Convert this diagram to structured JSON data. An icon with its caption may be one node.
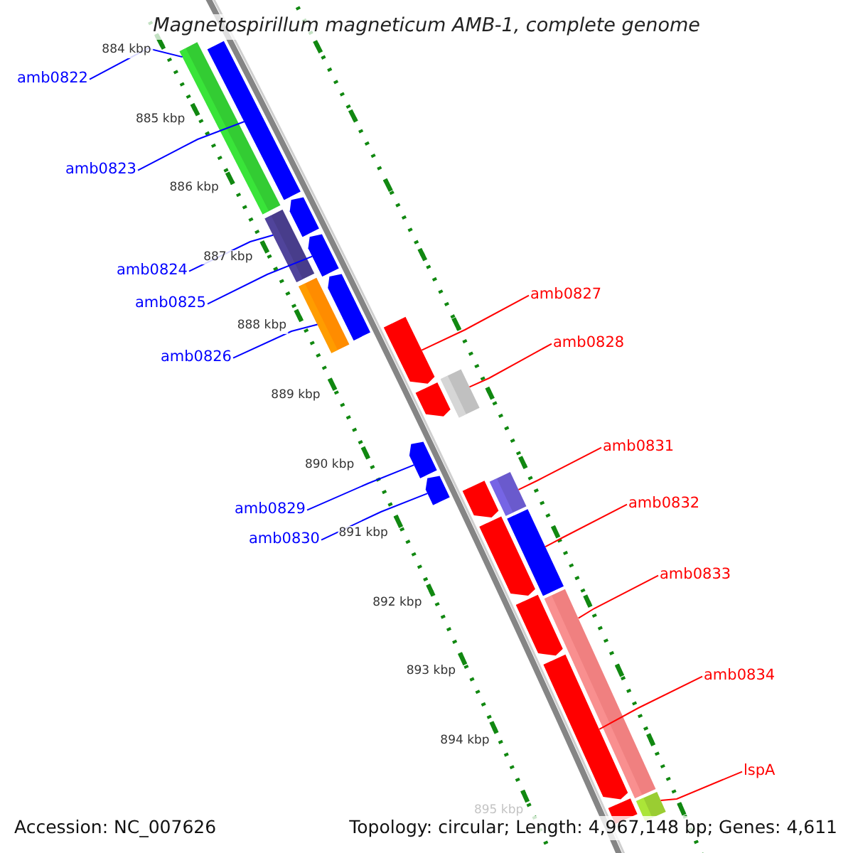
{
  "diagram": {
    "title": "Magnetospirillum magneticum AMB-1, complete genome",
    "nodes": [
      {
        "text": [
          "amb0822"
        ]
      },
      {
        "text": [
          "amb0823"
        ]
      },
      {
        "text": [
          "amb0824"
        ]
      },
      {
        "text": [
          "amb0825"
        ]
      },
      {
        "text": [
          "amb0826"
        ]
      },
      {
        "text": [
          "amb0827"
        ]
      },
      {
        "text": [
          "amb0828"
        ]
      },
      {
        "text": [
          "amb0829"
        ]
      },
      {
        "text": [
          "amb0830"
        ]
      },
      {
        "text": [
          "amb0831"
        ]
      },
      {
        "text": [
          "amb0832"
        ]
      },
      {
        "text": [
          "amb0833"
        ]
      },
      {
        "text": [
          "amb0834"
        ]
      },
      {
        "text": [
          "lspA"
        ]
      },
      {
        "text": [],
        "shape": "bar"
      },
      {
        "text": [],
        "shape": "bar"
      },
      {
        "text": [],
        "shape": "bar"
      },
      {
        "text": [],
        "shape": "bar"
      },
      {
        "text": [],
        "shape": "bar"
      },
      {
        "text": [],
        "shape": "bar"
      },
      {
        "text": [],
        "shape": "bar"
      },
      {
        "text": [],
        "shape": "bar"
      },
      {
        "text": [],
        "shape": "bar"
      },
      {
        "text": [],
        "shape": "bar"
      },
      {
        "text": [],
        "shape": "bar"
      },
      {
        "text": [],
        "shape": "bar"
      },
      {
        "text": [],
        "shape": "bar"
      },
      {
        "text": [],
        "shape": "bar"
      },
      {
        "text": [],
        "shape": "bar"
      },
      {
        "text": [],
        "shape": "bar"
      },
      {
        "text": [],
        "shape": "bar"
      },
      {
        "text": [],
        "shape": "bar"
      },
      {
        "text": [],
        "shape": "bar"
      },
      {
        "text": [],
        "shape": "bar"
      },
      {
        "text": [],
        "shape": "bar"
      }
    ],
    "edges": [
      {
        "from": 0,
        "to": 14,
        "arrow": "none",
        "color": "#0000ff"
      },
      {
        "from": 1,
        "to": 15,
        "arrow": "none",
        "color": "#0000ff"
      },
      {
        "from": 2,
        "to": 17,
        "arrow": "none",
        "color": "#0000ff"
      },
      {
        "from": 3,
        "to": 18,
        "arrow": "none",
        "color": "#0000ff"
      },
      {
        "from": 4,
        "to": 19,
        "arrow": "none",
        "color": "#0000ff"
      },
      {
        "from": 5,
        "to": 21,
        "arrow": "none",
        "color": "#ff0000"
      },
      {
        "from": 6,
        "to": 22,
        "arrow": "none",
        "color": "#ff0000"
      },
      {
        "from": 7,
        "to": 24,
        "arrow": "none",
        "color": "#0000ff"
      },
      {
        "from": 8,
        "to": 25,
        "arrow": "none",
        "color": "#0000ff"
      },
      {
        "from": 9,
        "to": 27,
        "arrow": "none",
        "color": "#ff0000"
      },
      {
        "from": 10,
        "to": 29,
        "arrow": "none",
        "color": "#ff0000"
      },
      {
        "from": 11,
        "to": 31,
        "arrow": "none",
        "color": "#ff0000"
      },
      {
        "from": 12,
        "to": 32,
        "arrow": "none",
        "color": "#ff0000"
      },
      {
        "from": 13,
        "to": 34,
        "arrow": "none",
        "color": "#ff0000"
      }
    ],
    "labels": [
      "884 kbp",
      "885 kbp",
      "886 kbp",
      "887 kbp",
      "888 kbp",
      "889 kbp",
      "890 kbp",
      "891 kbp",
      "892 kbp",
      "893 kbp",
      "894 kbp",
      "895 kbp",
      "Accession: NC_007626",
      "Topology: circular; Length: 4,967,148 bp; Genes: 4,611"
    ]
  }
}
